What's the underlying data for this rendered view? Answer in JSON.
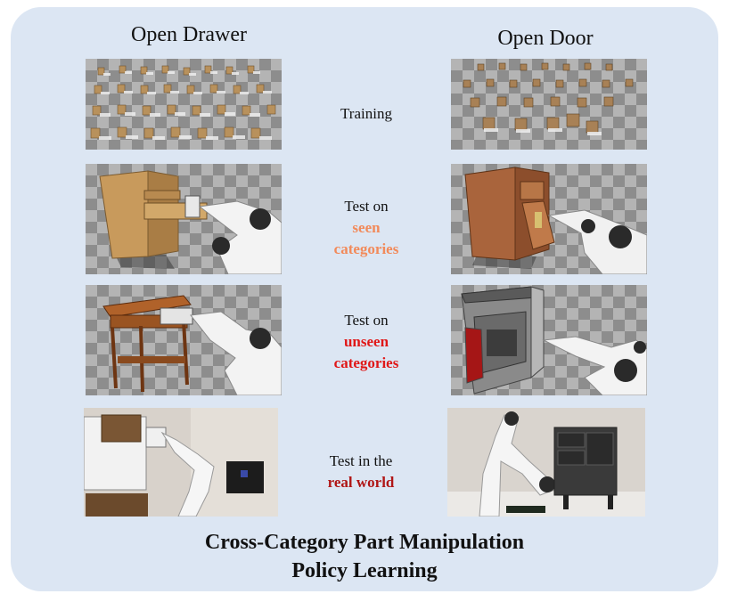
{
  "columns": {
    "left_title": "Open Drawer",
    "right_title": "Open Door"
  },
  "rows": [
    {
      "line1": "Training",
      "highlight": "",
      "highlight2": "",
      "color": "#111111"
    },
    {
      "line1": "Test on",
      "highlight": "seen",
      "highlight2": "categories",
      "color": "#f28a5a"
    },
    {
      "line1": "Test on",
      "highlight": "unseen",
      "highlight2": "categories",
      "color": "#e01818"
    },
    {
      "line1": "Test in the",
      "highlight": "real world",
      "highlight2": "",
      "color": "#b01616"
    }
  ],
  "footer": {
    "line1": "Cross-Category Part Manipulation",
    "line2": "Policy Learning"
  }
}
